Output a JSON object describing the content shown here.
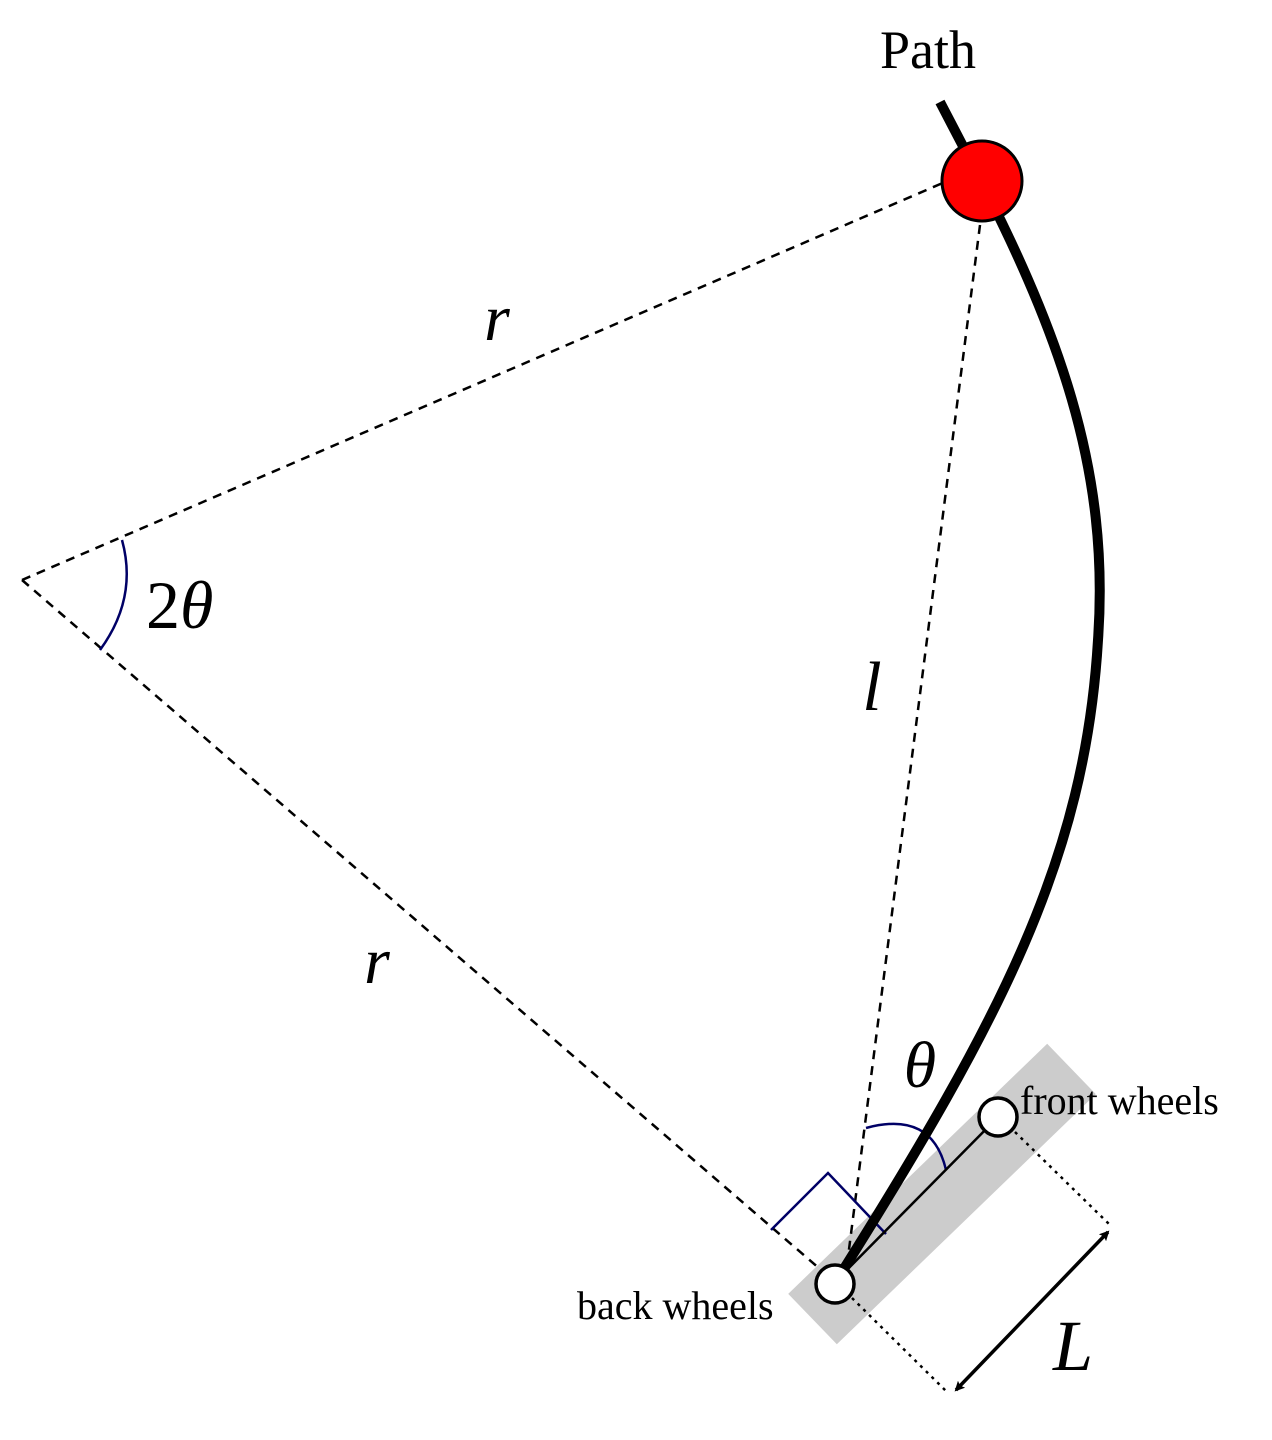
{
  "labels": {
    "path": "Path",
    "radius_top": "r",
    "radius_bottom": "r",
    "double_angle_digit": "2",
    "double_angle_symbol": "θ",
    "lookahead": "l",
    "angle": "θ",
    "front_wheels": "front wheels",
    "back_wheels": "back wheels",
    "wheelbase": "L"
  },
  "colors": {
    "path": "#000000",
    "goal_point": "#ff0000",
    "vehicle_body": "#cccccc",
    "angle_arc": "#000066",
    "dashed_line": "#000000"
  }
}
